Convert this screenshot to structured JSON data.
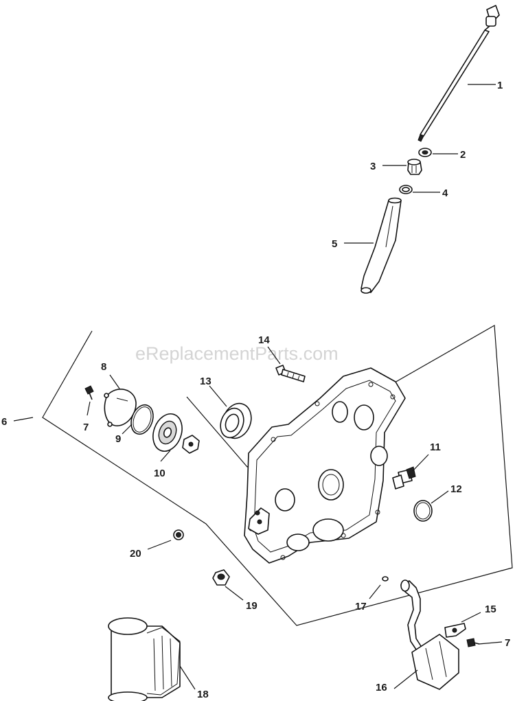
{
  "watermark": "eReplacementParts.com",
  "callouts": [
    "1",
    "2",
    "3",
    "4",
    "5",
    "6",
    "7",
    "8",
    "9",
    "10",
    "11",
    "12",
    "13",
    "14",
    "15",
    "16",
    "17",
    "18",
    "19",
    "20",
    "7"
  ]
}
